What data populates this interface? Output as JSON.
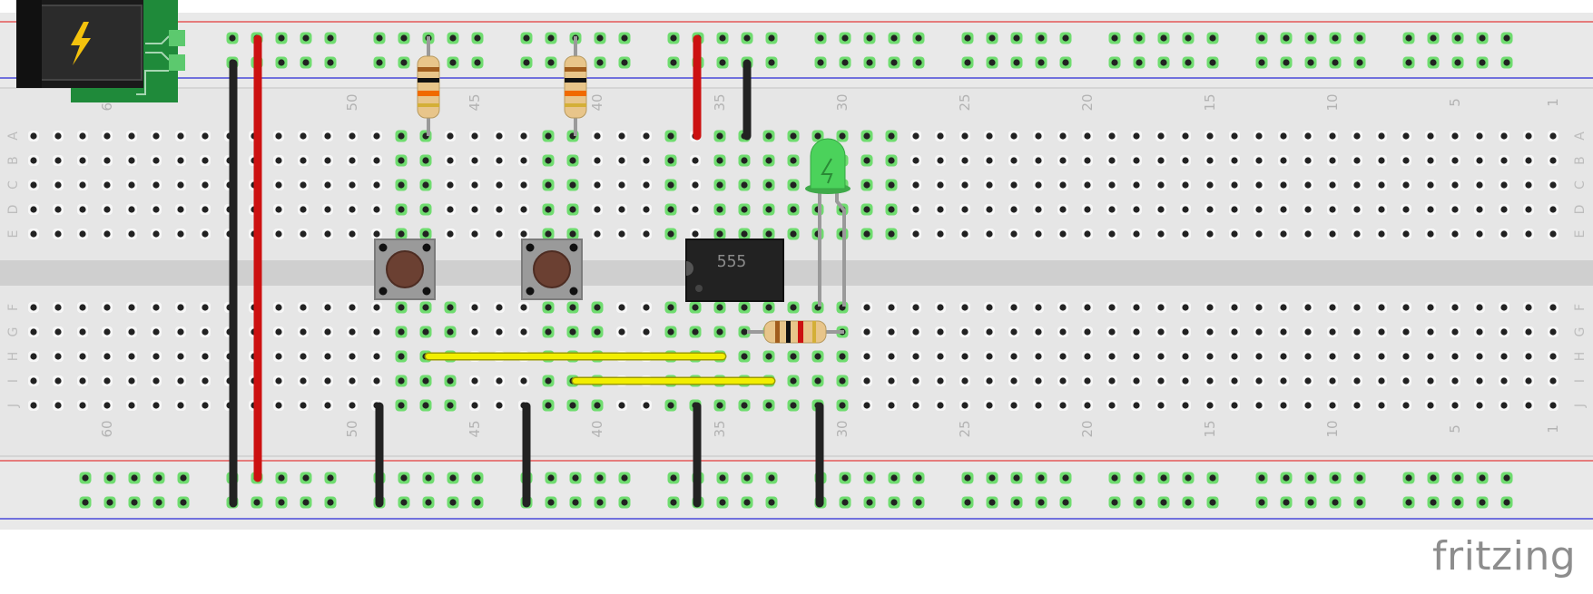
{
  "breadboard": {
    "column_numbers": [
      "60",
      "50",
      "45",
      "40",
      "35",
      "30",
      "25",
      "20",
      "15",
      "10",
      "5",
      "1"
    ],
    "row_letters_top": [
      "A",
      "B",
      "C",
      "D",
      "E"
    ],
    "row_letters_bottom": [
      "F",
      "G",
      "H",
      "I",
      "J"
    ]
  },
  "ic": {
    "label": "555"
  },
  "brand": {
    "name": "fritzing"
  },
  "colors": {
    "board": "#e6e6e6",
    "rail_red": "#e33b3b",
    "rail_blue": "#2a2ad6",
    "hole": "#222222",
    "hole_highlight": "#6fdc6f",
    "wire_black": "#222222",
    "wire_red": "#cc1111",
    "wire_yellow": "#f2ee00",
    "led": "#4bd25b",
    "power_jack_pcb": "#1f8a3a"
  }
}
